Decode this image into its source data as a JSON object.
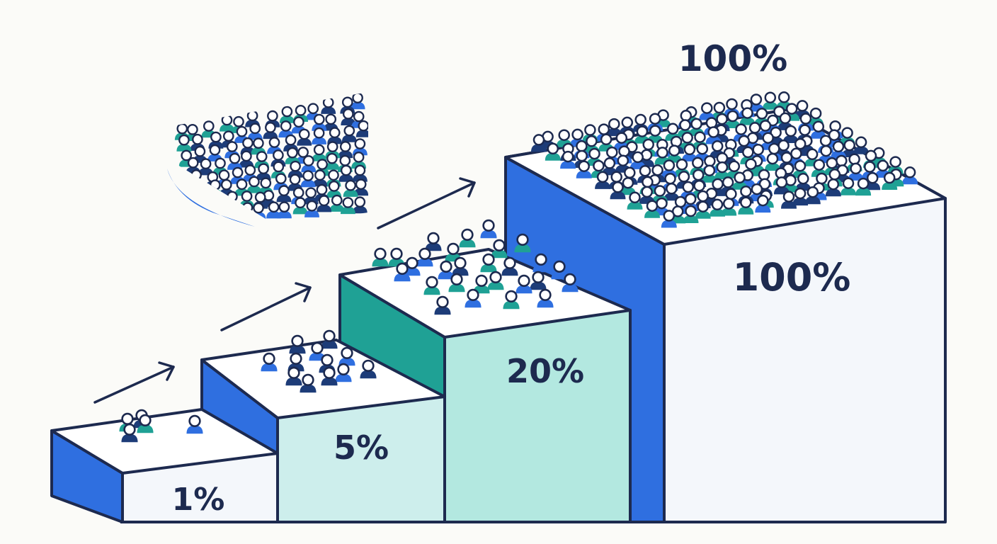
{
  "steps": [
    {
      "id": "step-1",
      "label": "1%",
      "value": 1,
      "front_color": "#f4f7fb",
      "side_color": "#2f6fe0",
      "people": 5
    },
    {
      "id": "step-5",
      "label": "5%",
      "value": 5,
      "front_color": "#cdeeec",
      "side_color": "#2f6fe0",
      "people": 12
    },
    {
      "id": "step-20",
      "label": "20%",
      "value": 20,
      "front_color": "#b3e8e0",
      "side_color": "#1fa195",
      "people": 28
    },
    {
      "id": "step-100",
      "label": "100%",
      "value": 100,
      "front_color": "#f4f7fb",
      "side_color": "#2f6fe0",
      "people": 180
    }
  ],
  "top_label": "100%",
  "colors": {
    "outline": "#1d2a4f",
    "blue": "#2f6fe0",
    "teal": "#1fa195",
    "navy": "#1d3c78"
  },
  "icons": [
    "person-icon",
    "growth-arrow-icon"
  ]
}
